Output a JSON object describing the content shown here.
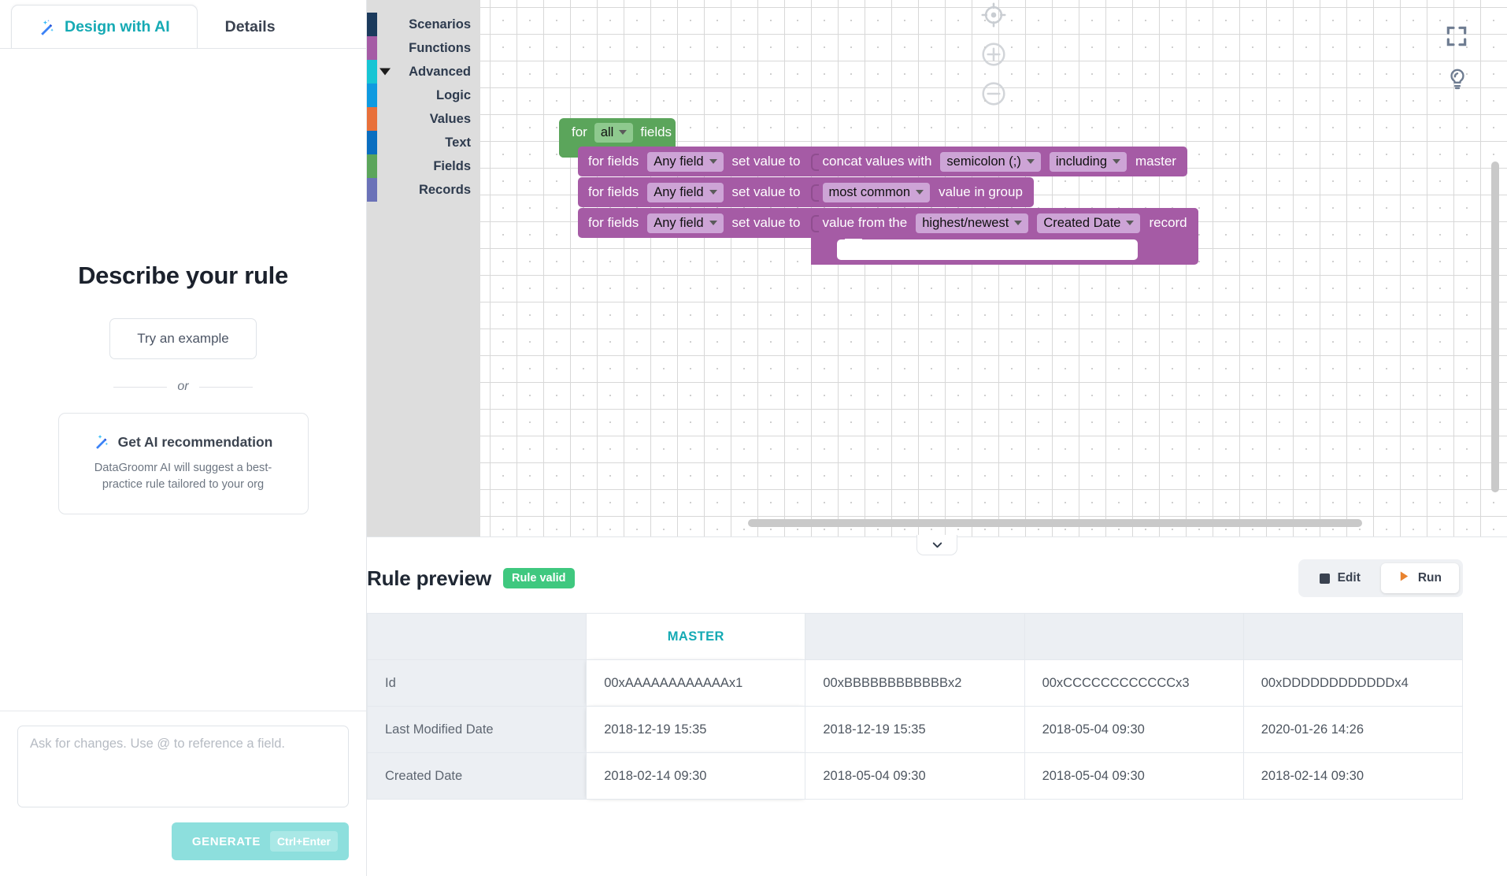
{
  "tabs": [
    {
      "label": "Design with AI",
      "icon": "magic-wand-icon",
      "active": true
    },
    {
      "label": "Details",
      "icon": "",
      "active": false
    }
  ],
  "left": {
    "title": "Describe your rule",
    "example_button": "Try an example",
    "or": "or",
    "recommendation": {
      "icon": "magic-wand-icon",
      "title": "Get AI recommendation",
      "subtitle": "DataGroomr AI will suggest a best-practice rule tailored to your org"
    },
    "composer": {
      "placeholder": "Ask for changes. Use @ to reference a field.",
      "value": "",
      "generate_label": "GENERATE",
      "generate_shortcut": "Ctrl+Enter"
    }
  },
  "toolbox": {
    "items": [
      {
        "label": "Scenarios",
        "color": "#1b3a5c",
        "indent": 0,
        "expanded": false
      },
      {
        "label": "Functions",
        "color": "#a55ba5",
        "indent": 0,
        "expanded": false
      },
      {
        "label": "Advanced",
        "color": "#16c5d4",
        "indent": 0,
        "expanded": true
      },
      {
        "label": "Logic",
        "color": "#0e9ae0",
        "indent": 1,
        "expanded": false
      },
      {
        "label": "Values",
        "color": "#e8703a",
        "indent": 1,
        "expanded": false
      },
      {
        "label": "Text",
        "color": "#0a6ec0",
        "indent": 1,
        "expanded": false
      },
      {
        "label": "Fields",
        "color": "#5ba55b",
        "indent": 1,
        "expanded": false
      },
      {
        "label": "Records",
        "color": "#6b72b8",
        "indent": 1,
        "expanded": false
      }
    ]
  },
  "workspace": {
    "loop": {
      "prefix": "for",
      "scope": "all",
      "suffix": "fields"
    },
    "rows": [
      {
        "prefix": "for fields",
        "field": "Any field",
        "action": "set value to",
        "value_prefix": "concat values with",
        "value_field": "semicolon (;)",
        "value_field2": "including",
        "value_suffix": "master"
      },
      {
        "prefix": "for fields",
        "field": "Any field",
        "action": "set value to",
        "value_prefix": "",
        "value_field": "most common",
        "value_suffix": "value in group"
      },
      {
        "prefix": "for fields",
        "field": "Any field",
        "action": "set value to",
        "value_prefix": "value from the",
        "value_field": "highest/newest",
        "value_field2": "Created Date",
        "value_suffix": "record"
      }
    ],
    "controls": {
      "fullscreen": "fullscreen-icon",
      "hint": "lightbulb-icon",
      "center": "center-target-icon",
      "zoom_in": "zoom-in-icon",
      "zoom_out": "zoom-out-icon",
      "collapse": "chevron-down-icon"
    }
  },
  "preview": {
    "title": "Rule preview",
    "badge": "Rule valid",
    "buttons": [
      {
        "label": "Edit",
        "icon": "stop-square-icon",
        "active": false
      },
      {
        "label": "Run",
        "icon": "play-icon",
        "active": true
      }
    ],
    "table": {
      "headers": [
        "",
        "MASTER",
        "",
        "",
        ""
      ],
      "rows": [
        {
          "label": "Id",
          "values": [
            "00xAAAAAAAAAAAAx1",
            "00xBBBBBBBBBBBBx2",
            "00xCCCCCCCCCCCCx3",
            "00xDDDDDDDDDDDDx4"
          ]
        },
        {
          "label": "Last Modified Date",
          "values": [
            "2018-12-19 15:35",
            "2018-12-19 15:35",
            "2018-05-04 09:30",
            "2020-01-26 14:26"
          ]
        },
        {
          "label": "Created Date",
          "values": [
            "2018-02-14 09:30",
            "2018-05-04 09:30",
            "2018-05-04 09:30",
            "2018-02-14 09:30"
          ]
        }
      ]
    }
  },
  "colors": {
    "accent": "#15aab4",
    "valid_green": "#3fc87f",
    "loop_green": "#5ba55b",
    "func_purple": "#a55ba5"
  }
}
